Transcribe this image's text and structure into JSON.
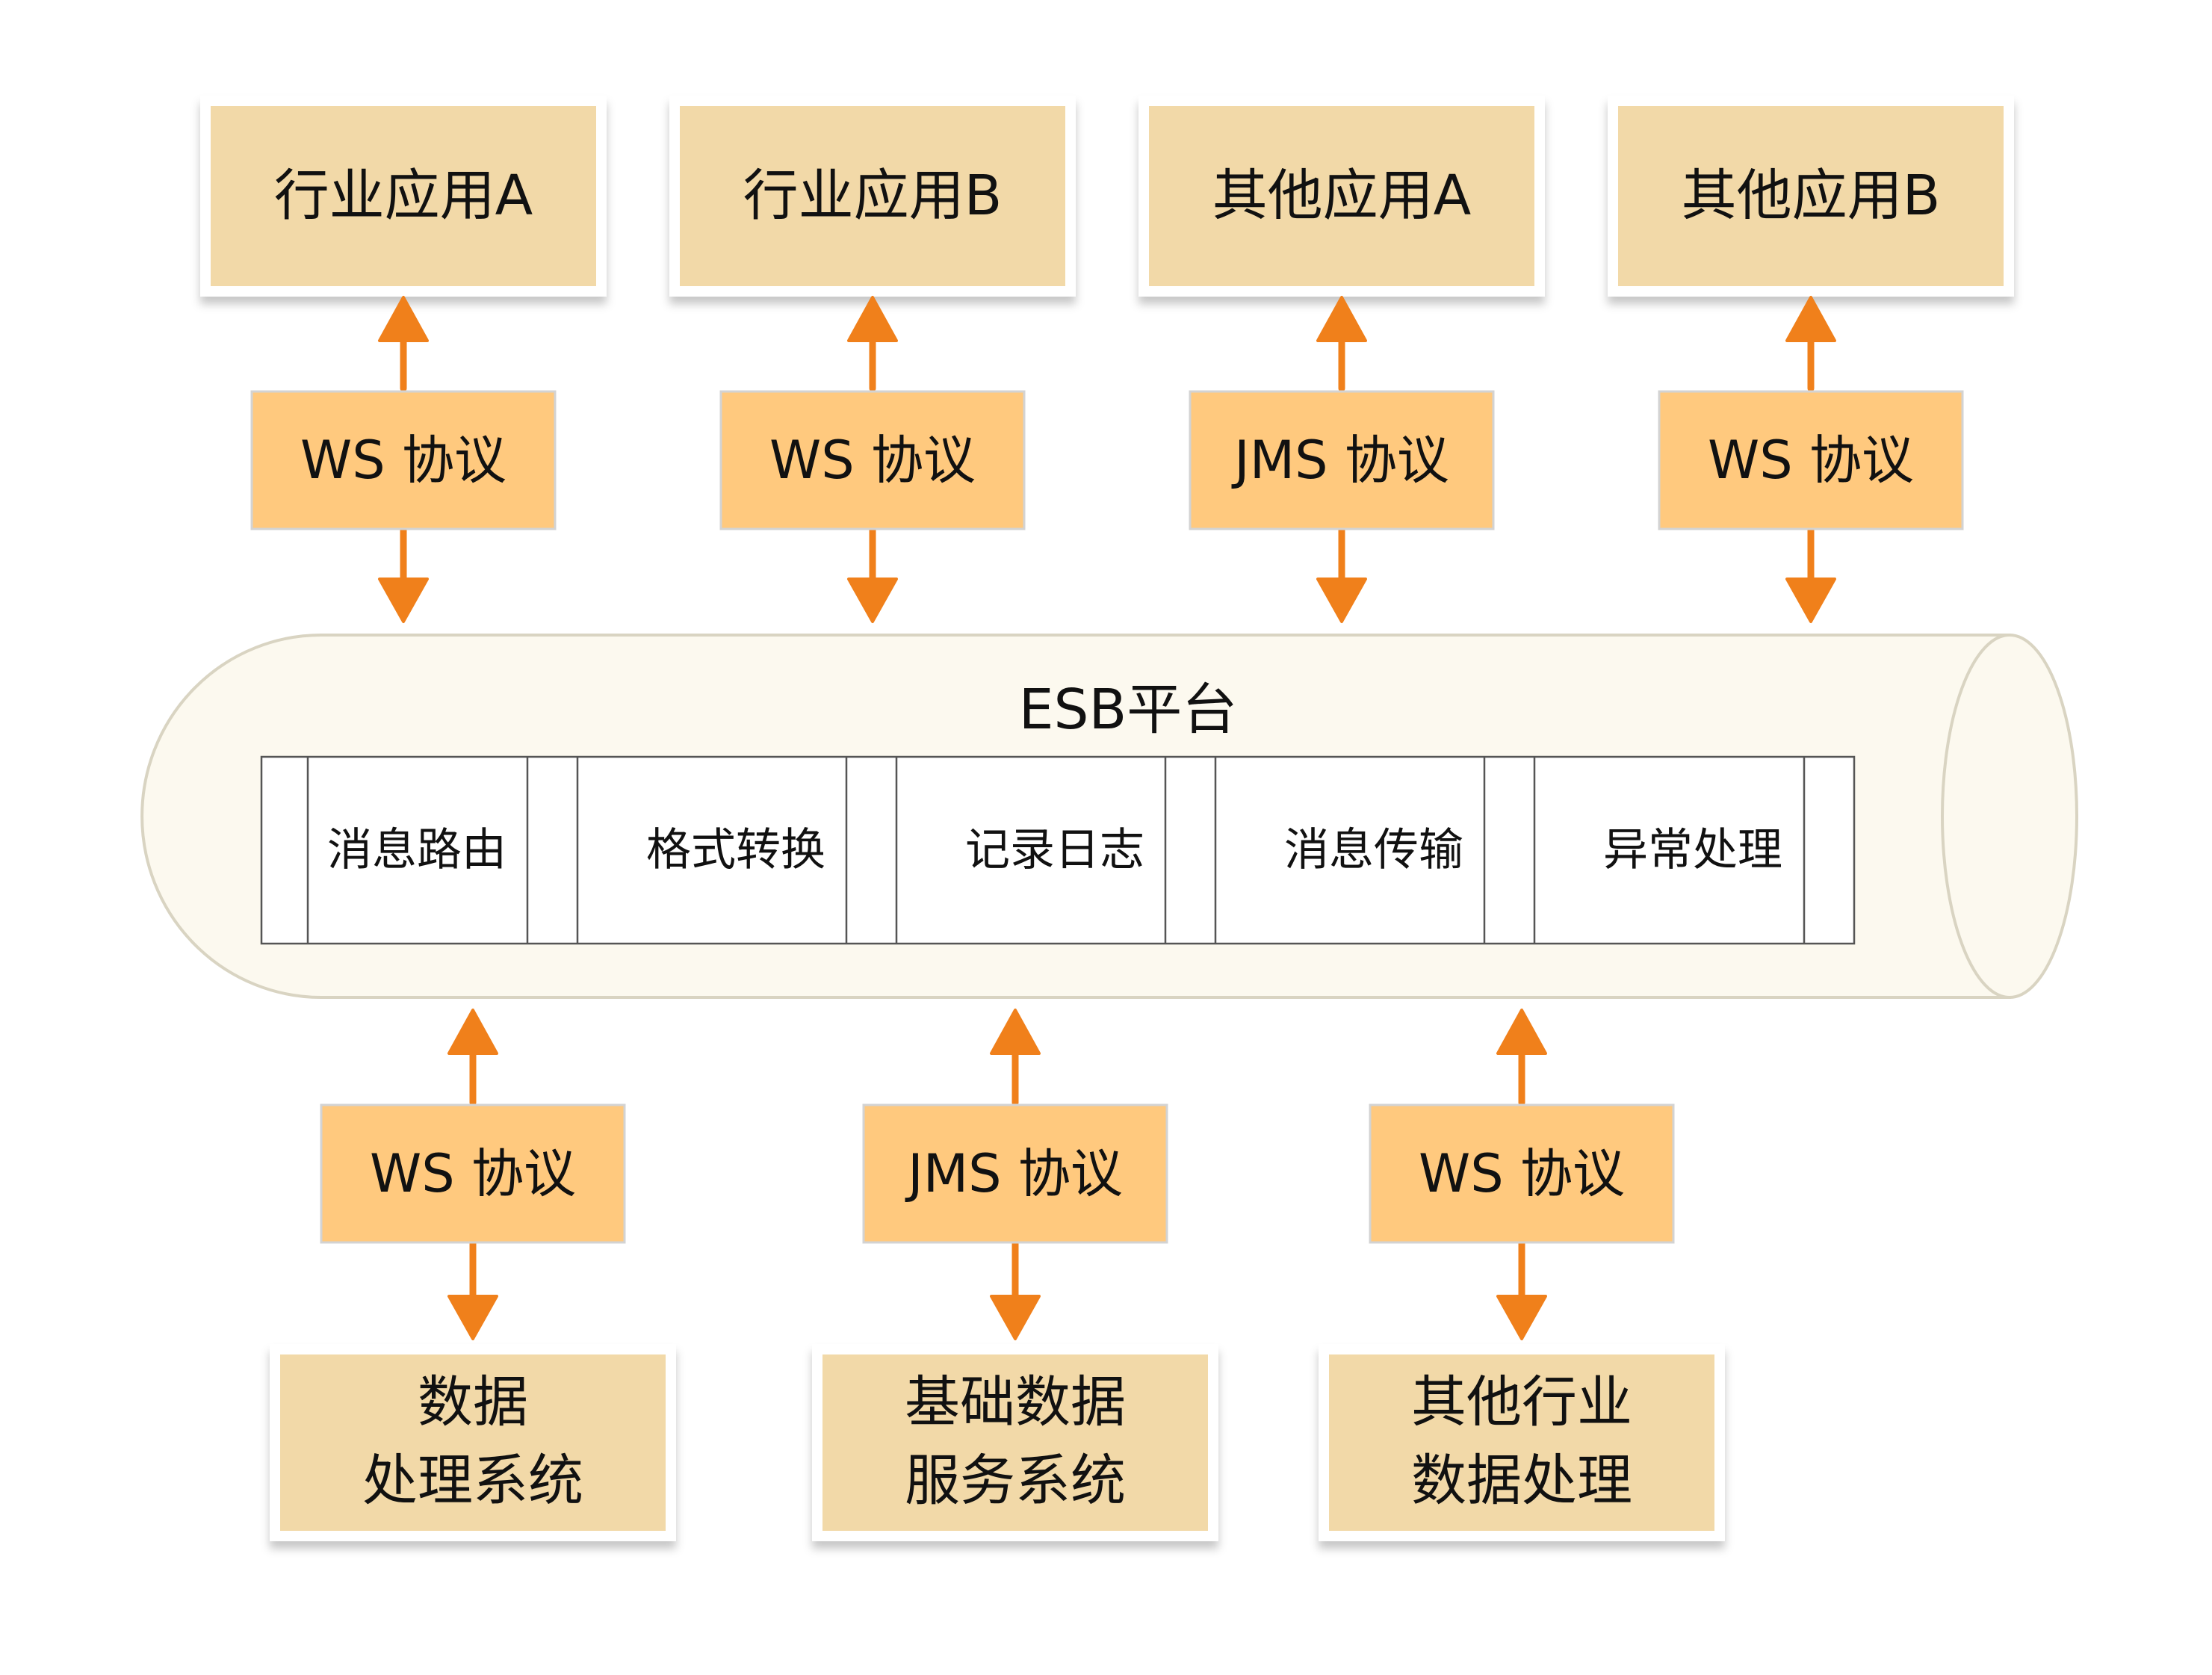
{
  "top_apps": [
    {
      "label": "行业应用A"
    },
    {
      "label": "行业应用B"
    },
    {
      "label": "其他应用A"
    },
    {
      "label": "其他应用B"
    }
  ],
  "top_protocols": [
    {
      "label": "WS 协议"
    },
    {
      "label": "WS 协议"
    },
    {
      "label": "JMS 协议"
    },
    {
      "label": "WS 协议"
    }
  ],
  "esb": {
    "title": "ESB平台",
    "modules": [
      "消息路由",
      "格式转换",
      "记录日志",
      "消息传输",
      "异常处理"
    ]
  },
  "bottom_protocols": [
    {
      "label": "WS 协议"
    },
    {
      "label": "JMS 协议"
    },
    {
      "label": "WS 协议"
    }
  ],
  "bottom_systems": [
    {
      "lines": [
        "数据",
        "处理系统"
      ]
    },
    {
      "lines": [
        "基础数据",
        "服务系统"
      ]
    },
    {
      "lines": [
        "其他行业",
        "数据处理"
      ]
    }
  ],
  "colors": {
    "app_fill": "#f2d9a8",
    "protocol_fill": "#ffc97e",
    "arrow": "#f0801b",
    "bus_fill": "#fcf9ef"
  }
}
